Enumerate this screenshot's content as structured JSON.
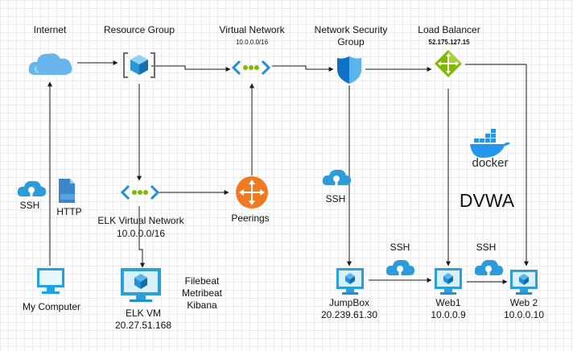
{
  "nodes": {
    "internet": {
      "label": "Internet"
    },
    "resource_group": {
      "label": "Resource Group"
    },
    "virtual_network": {
      "label": "Virtual Network",
      "cidr": "10.0.0.0/16"
    },
    "nsg": {
      "label_line1": "Network Security",
      "label_line2": "Group"
    },
    "load_balancer": {
      "label": "Load Balancer",
      "ip": "52.175.127.15"
    },
    "elk_vnet": {
      "label": "ELK Virtual Network",
      "cidr": "10.0.0.0/16"
    },
    "peerings": {
      "label": "Peerings"
    },
    "elk_vm": {
      "label": "ELK VM",
      "ip": "20.27.51.168"
    },
    "my_computer": {
      "label": "My Computer"
    },
    "jumpbox": {
      "label": "JumpBox",
      "ip": "20.239.61.30"
    },
    "web1": {
      "label": "Web1",
      "ip": "10.0.0.9"
    },
    "web2": {
      "label": "Web 2",
      "ip": "10.0.0.10"
    }
  },
  "annotations": {
    "ssh_left": "SSH",
    "http": "HTTP",
    "ssh_jumpbox": "SSH",
    "ssh_web1": "SSH",
    "ssh_web2": "SSH",
    "beats": [
      "Filebeat",
      "Metribeat",
      "Kibana"
    ],
    "docker": "docker",
    "dvwa": "DVWA"
  },
  "colors": {
    "azure_blue": "#1f8fd9",
    "light_blue": "#6ac4f0",
    "cloud_blue": "#69b6ec",
    "peering_orange": "#ef7a22",
    "lb_green": "#7fba00",
    "nsg_blue": "#0f70c8",
    "docker_blue": "#2496ed",
    "connector": "#1a1a1a"
  },
  "icons": {
    "internet": "cloud-icon",
    "resource_group": "resource-group-icon",
    "virtual_network": "vnet-icon",
    "nsg": "shield-icon",
    "load_balancer": "load-balancer-icon",
    "elk_vnet": "vnet-icon",
    "peerings": "router-icon",
    "vm": "monitor-vm-icon",
    "computer": "monitor-icon",
    "ssh": "key-cloud-icon",
    "http": "http-file-icon",
    "docker": "docker-whale-icon"
  }
}
